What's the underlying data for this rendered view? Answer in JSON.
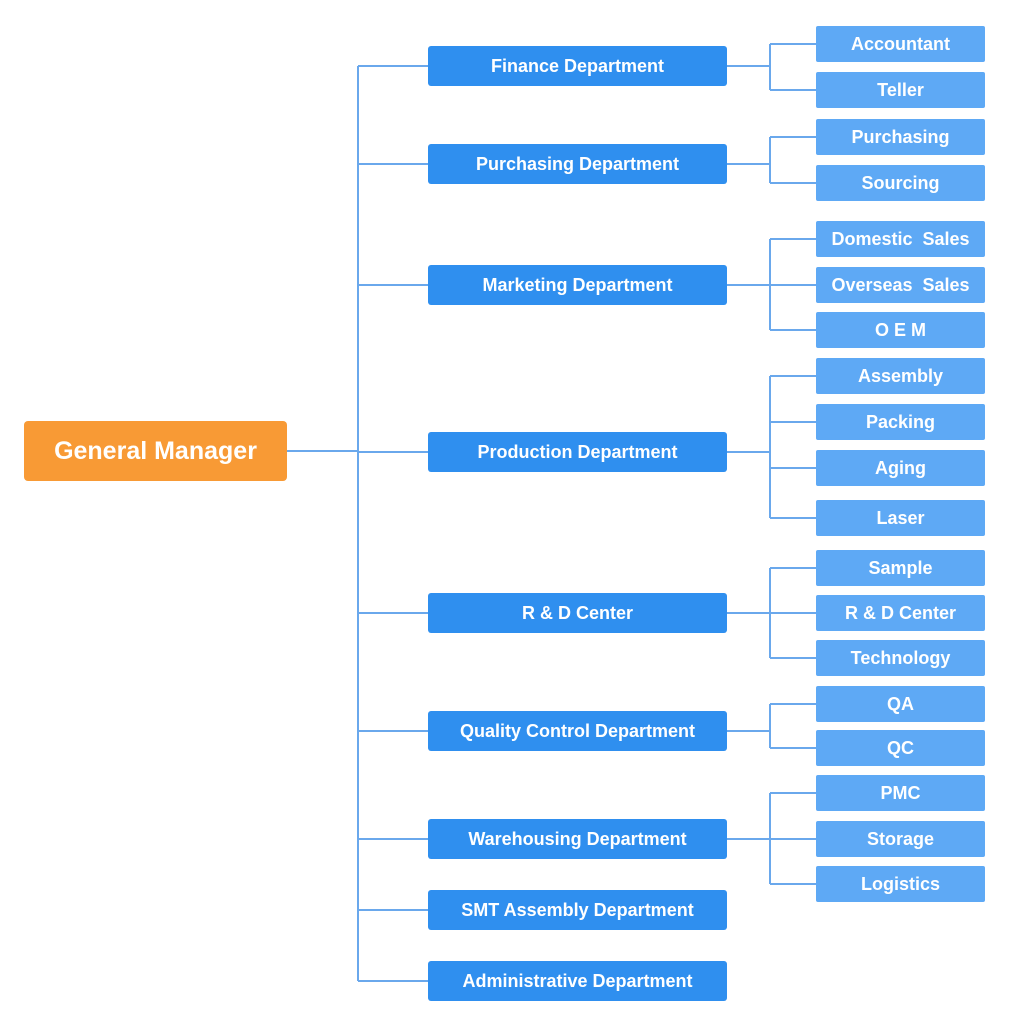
{
  "colors": {
    "root": "#f89a35",
    "department": "#2f8fef",
    "subunit": "#5ea9f5",
    "line": "#6aa8ec"
  },
  "root": {
    "label": "General Manager"
  },
  "departments": [
    {
      "label": "Finance Department",
      "children": [
        "Accountant",
        "Teller"
      ]
    },
    {
      "label": "Purchasing Department",
      "children": [
        "Purchasing",
        "Sourcing"
      ]
    },
    {
      "label": "Marketing Department",
      "children": [
        "Domestic  Sales",
        "Overseas  Sales",
        "O E M"
      ]
    },
    {
      "label": "Production Department",
      "children": [
        "Assembly",
        "Packing",
        "Aging",
        "Laser"
      ]
    },
    {
      "label": "R & D Center",
      "children": [
        "Sample",
        "R & D Center",
        "Technology"
      ]
    },
    {
      "label": "Quality Control Department",
      "children": [
        "QA",
        "QC"
      ]
    },
    {
      "label": "Warehousing Department",
      "children": [
        "PMC",
        "Storage",
        "Logistics"
      ]
    },
    {
      "label": "SMT Assembly Department",
      "children": []
    },
    {
      "label": "Administrative Department",
      "children": []
    }
  ]
}
